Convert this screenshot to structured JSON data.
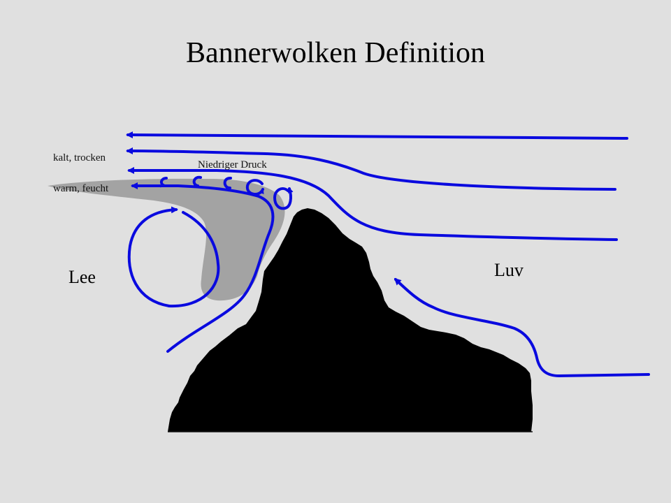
{
  "title": "Bannerwolken Definition",
  "labels": {
    "cold_dry": "kalt, trocken",
    "warm_moist": "warm, feucht",
    "low_pressure": "Niedriger Druck",
    "lee": "Lee",
    "windward": "Luv"
  },
  "colors": {
    "background": "#e0e0e0",
    "flow": "#0a0adf",
    "mountain": "#000000",
    "cloud": "#a3a3a3"
  },
  "icons": {
    "flow_lines": "arrow-lines",
    "eddies": "small-vortex-icon",
    "lee_vortex": "circular-arrow-icon"
  }
}
